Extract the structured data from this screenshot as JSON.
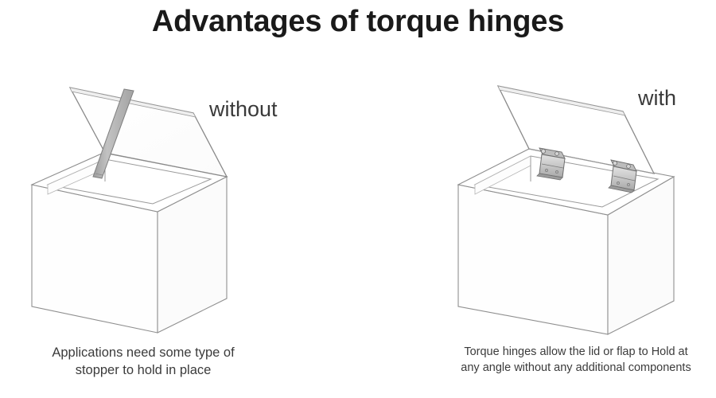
{
  "page": {
    "title": "Advantages of torque hinges",
    "background_color": "#ffffff",
    "text_color": "#231f20"
  },
  "panels": [
    {
      "id": "without",
      "label": "without",
      "caption_lines": [
        "Applications need some type of",
        "stopper to hold in place"
      ],
      "illustration": {
        "name": "open-box-with-stopper",
        "box_color": "#ffffff",
        "outline_color": "#8a8a8a",
        "stopper_color": "#b3b3b3",
        "parts": [
          "box-body",
          "box-rim",
          "lid",
          "stopper-rod"
        ]
      }
    },
    {
      "id": "with",
      "label": "with",
      "caption_lines": [
        "Torque hinges allow the lid or flap to Hold at",
        "any angle without any additional components"
      ],
      "illustration": {
        "name": "open-box-with-torque-hinges",
        "box_color": "#ffffff",
        "outline_color": "#8a8a8a",
        "hinge_color": "#c9c9c9",
        "hinge_count": 2,
        "parts": [
          "box-body",
          "box-rim",
          "lid",
          "torque-hinge-left",
          "torque-hinge-right"
        ]
      }
    }
  ]
}
